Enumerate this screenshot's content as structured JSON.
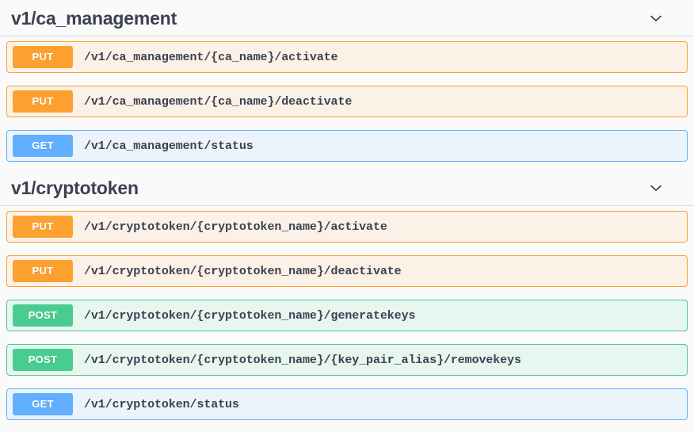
{
  "page": {
    "title": "Swagger UI operations list",
    "background": "#fafafa",
    "text_color": "#3b4151"
  },
  "method_colors": {
    "PUT": "#fca130",
    "GET": "#61affe",
    "POST": "#49cc90"
  },
  "row_backgrounds": {
    "PUT": "#fbf1e6",
    "GET": "#ebf3fb",
    "POST": "#e8f6f0"
  },
  "sections": [
    {
      "id": "ca-management",
      "title": "v1/ca_management",
      "toggle_icon": "chevron-down-icon",
      "expanded": true,
      "operations": [
        {
          "method": "PUT",
          "path": "/v1/ca_management/{ca_name}/activate"
        },
        {
          "method": "PUT",
          "path": "/v1/ca_management/{ca_name}/deactivate"
        },
        {
          "method": "GET",
          "path": "/v1/ca_management/status"
        }
      ]
    },
    {
      "id": "cryptotoken",
      "title": "v1/cryptotoken",
      "toggle_icon": "chevron-down-icon",
      "expanded": true,
      "operations": [
        {
          "method": "PUT",
          "path": "/v1/cryptotoken/{cryptotoken_name}/activate"
        },
        {
          "method": "PUT",
          "path": "/v1/cryptotoken/{cryptotoken_name}/deactivate"
        },
        {
          "method": "POST",
          "path": "/v1/cryptotoken/{cryptotoken_name}/generatekeys"
        },
        {
          "method": "POST",
          "path": "/v1/cryptotoken/{cryptotoken_name}/{key_pair_alias}/removekeys"
        },
        {
          "method": "GET",
          "path": "/v1/cryptotoken/status"
        }
      ]
    }
  ]
}
